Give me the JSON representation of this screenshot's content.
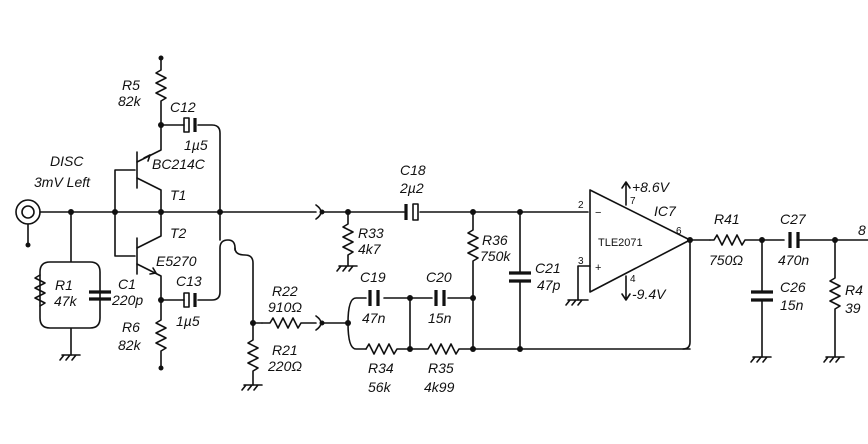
{
  "input": {
    "label": "DISC",
    "sublabel": "3mV Left"
  },
  "transistors": {
    "t1": {
      "name": "T1",
      "part": "BC214C"
    },
    "t2": {
      "name": "T2",
      "part": "E5270"
    }
  },
  "resistors": {
    "r1": {
      "name": "R1",
      "value": "47k"
    },
    "r5": {
      "name": "R5",
      "value": "82k"
    },
    "r6": {
      "name": "R6",
      "value": "82k"
    },
    "r21": {
      "name": "R21",
      "value": "220Ω"
    },
    "r22": {
      "name": "R22",
      "value": "910Ω"
    },
    "r33": {
      "name": "R33",
      "value": "4k7"
    },
    "r34": {
      "name": "R34",
      "value": "56k"
    },
    "r35": {
      "name": "R35",
      "value": "4k99"
    },
    "r36": {
      "name": "R36",
      "value": "750k"
    },
    "r41": {
      "name": "R41",
      "value": "750Ω"
    },
    "r4x": {
      "name": "R4",
      "value": "39"
    }
  },
  "capacitors": {
    "c1": {
      "name": "C1",
      "value": "220p"
    },
    "c12": {
      "name": "C12",
      "value": "1µ5"
    },
    "c13": {
      "name": "C13",
      "value": "1µ5"
    },
    "c18": {
      "name": "C18",
      "value": "2µ2"
    },
    "c19": {
      "name": "C19",
      "value": "47n"
    },
    "c20": {
      "name": "C20",
      "value": "15n"
    },
    "c21": {
      "name": "C21",
      "value": "47p"
    },
    "c26": {
      "name": "C26",
      "value": "15n"
    },
    "c27": {
      "name": "C27",
      "value": "470n"
    }
  },
  "opamp": {
    "name": "IC7",
    "part": "TLE2071",
    "supply_pos": "+8.6V",
    "supply_neg": "-9.4V",
    "pins": {
      "inv": "2",
      "noninv": "3",
      "out": "6",
      "vpos": "7",
      "vneg": "4"
    },
    "inv_sign": "−",
    "noninv_sign": "+"
  },
  "edge_labels": {
    "top_right": "8"
  }
}
